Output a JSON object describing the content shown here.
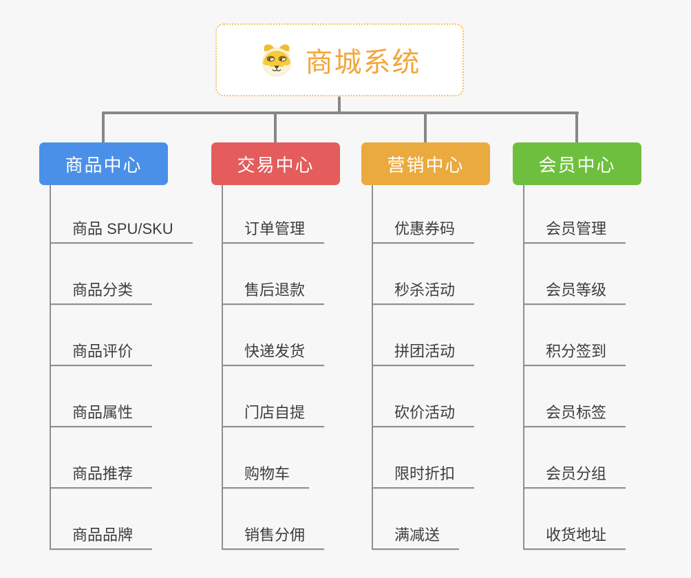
{
  "canvas": {
    "background": "#f7f7f7"
  },
  "root": {
    "title": "商城系统",
    "icon": "shiba-dog-icon",
    "text_color": "#F2A63C",
    "border_color": "#F6BC55",
    "background": "#ffffff"
  },
  "connectors": {
    "thick_color": "#878787",
    "thin_color": "#8F8F8F"
  },
  "branches": [
    {
      "label": "商品中心",
      "color": "#4B90E8",
      "children": [
        "商品 SPU/SKU",
        "商品分类",
        "商品评价",
        "商品属性",
        "商品推荐",
        "商品品牌"
      ]
    },
    {
      "label": "交易中心",
      "color": "#E45C5C",
      "children": [
        "订单管理",
        "售后退款",
        "快递发货",
        "门店自提",
        "购物车",
        "销售分佣"
      ]
    },
    {
      "label": "营销中心",
      "color": "#EAAA3E",
      "children": [
        "优惠券码",
        "秒杀活动",
        "拼团活动",
        "砍价活动",
        "限时折扣",
        "满减送"
      ]
    },
    {
      "label": "会员中心",
      "color": "#6FBF3F",
      "children": [
        "会员管理",
        "会员等级",
        "积分签到",
        "会员标签",
        "会员分组",
        "收货地址"
      ]
    }
  ]
}
